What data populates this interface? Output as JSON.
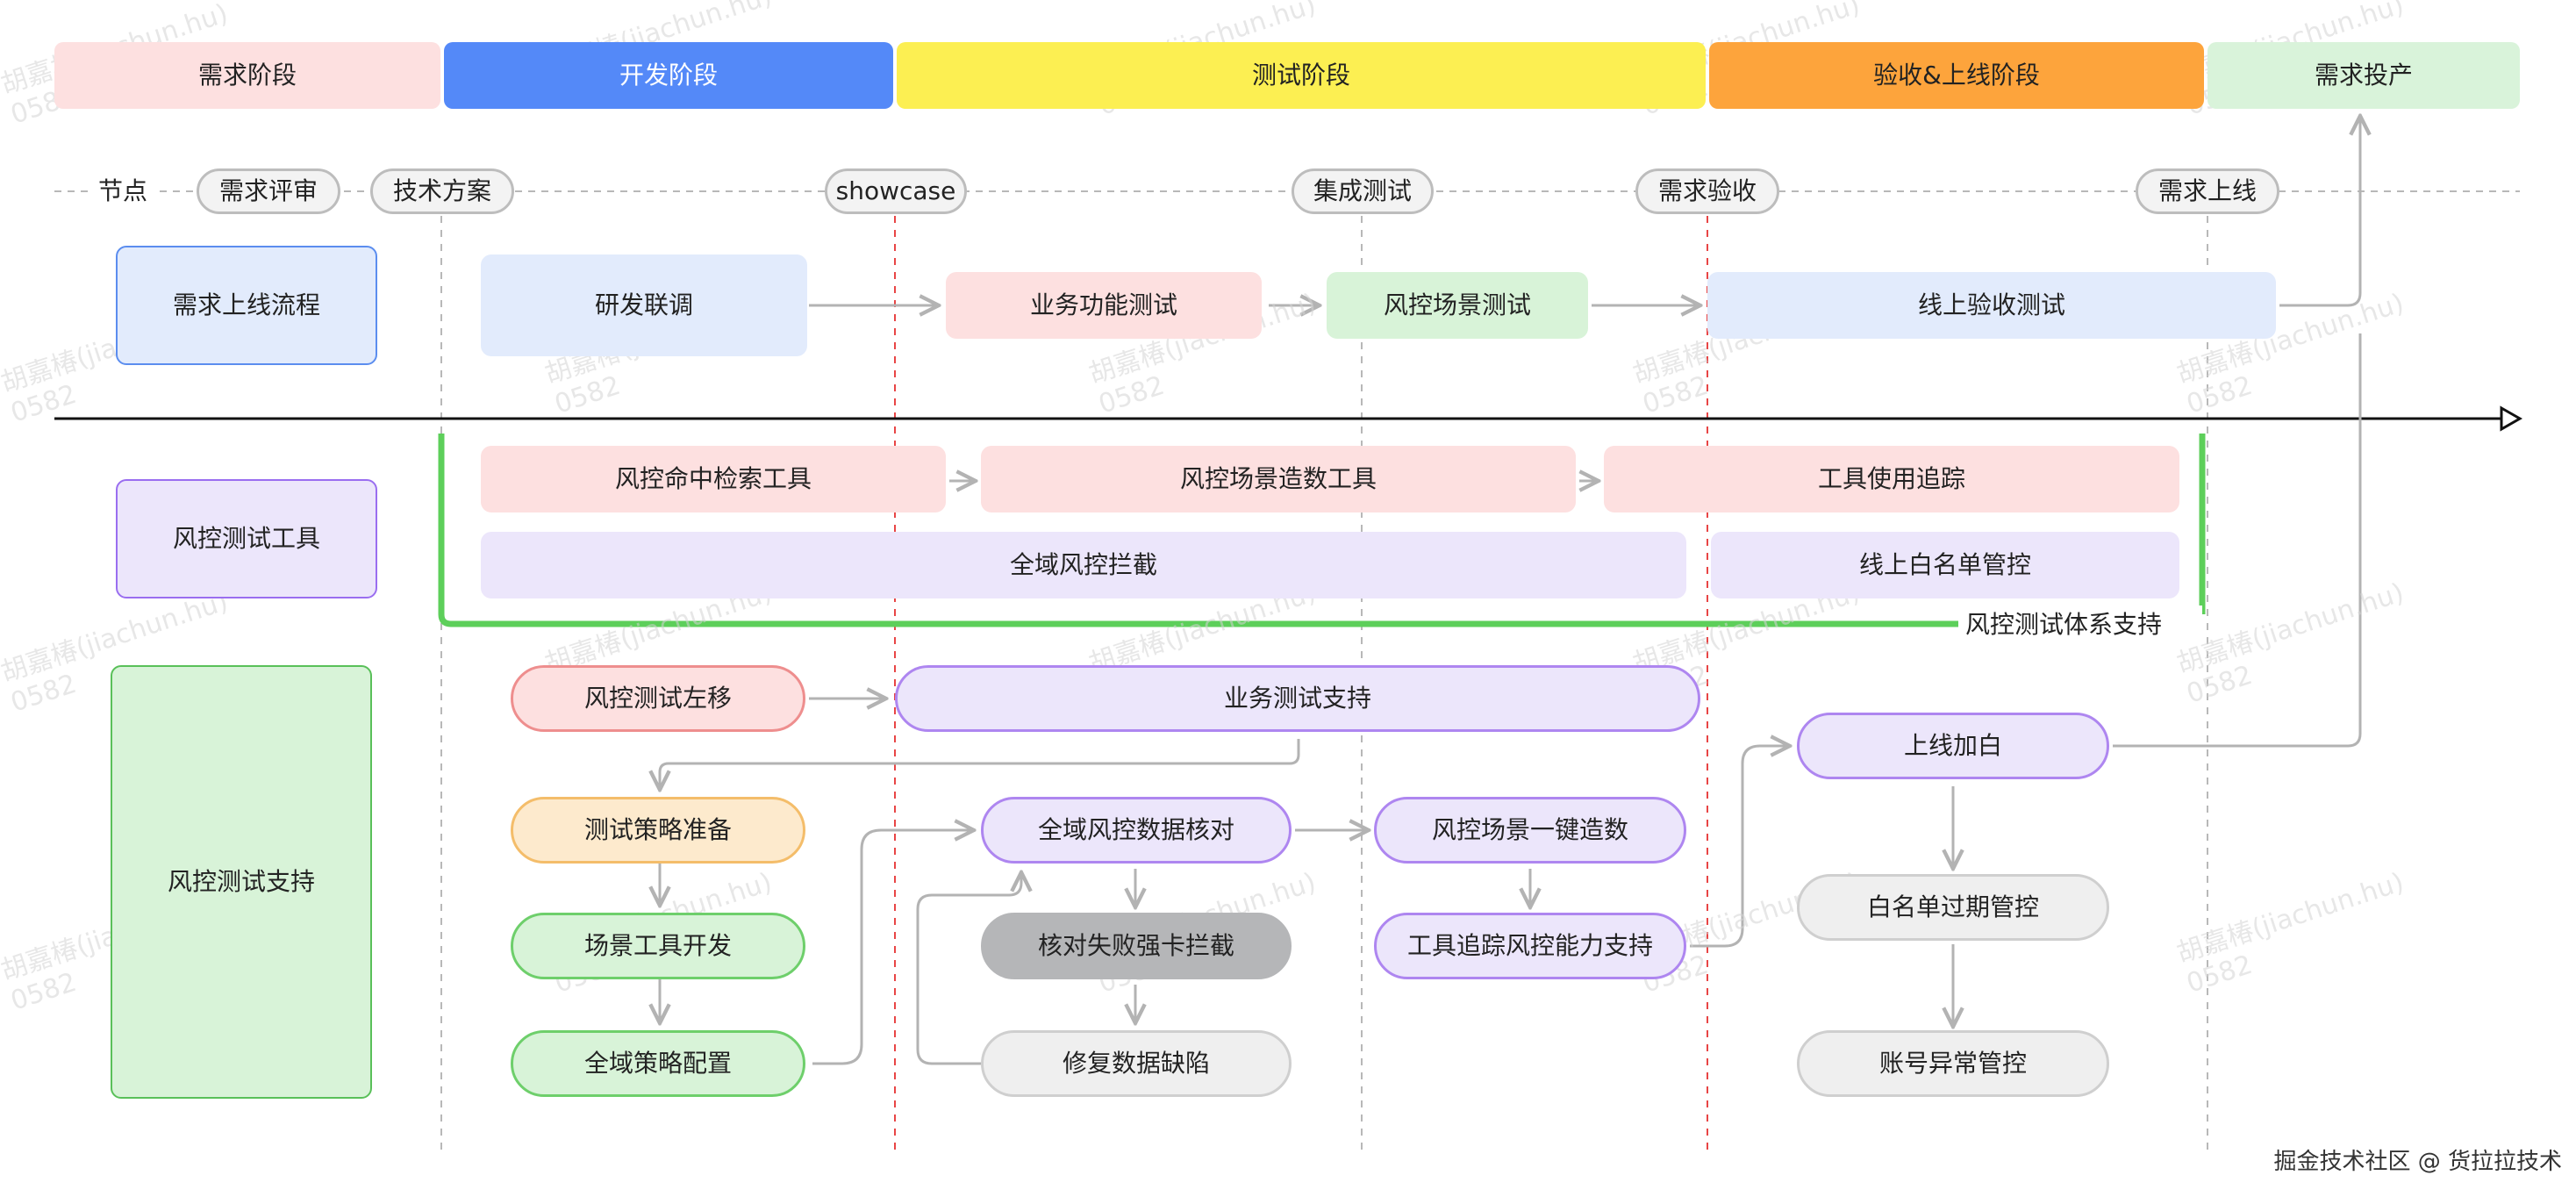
{
  "colors": {
    "phase_req": "#fde0e0",
    "phase_dev": "#5489f8",
    "phase_test": "#fcef52",
    "phase_accept": "#fda43c",
    "phase_prod": "#d9f3da",
    "pink": "#fde0e0",
    "blue": "#e2ebfc",
    "green": "#d8f3d8",
    "purple": "#ece6fb",
    "gray": "#efefef",
    "dark_gray": "#b5b6b8",
    "red_dash": "#e84545",
    "gray_dash": "#b8b8b8",
    "support_bracket": "#5dcf5a"
  },
  "phases": [
    {
      "key": "req",
      "label": "需求阶段"
    },
    {
      "key": "dev",
      "label": "开发阶段"
    },
    {
      "key": "test",
      "label": "测试阶段"
    },
    {
      "key": "accept",
      "label": "验收&上线阶段"
    },
    {
      "key": "prod",
      "label": "需求投产"
    }
  ],
  "milestones": {
    "node_label": "节点",
    "items": [
      "需求评审",
      "技术方案",
      "showcase",
      "集成测试",
      "需求验收",
      "需求上线"
    ]
  },
  "lanes": {
    "flow": "需求上线流程",
    "tools": "风控测试工具",
    "support": "风控测试支持"
  },
  "flow_steps": [
    "研发联调",
    "业务功能测试",
    "风控场景测试",
    "线上验收测试"
  ],
  "tools": {
    "row1": [
      "风控命中检索工具",
      "风控场景造数工具",
      "工具使用追踪"
    ],
    "row2": [
      "全域风控拦截",
      "线上白名单管控"
    ],
    "system_label": "风控测试体系支持"
  },
  "support": {
    "shift_left": "风控测试左移",
    "biz_support": "业务测试支持",
    "strategy_prep": "测试策略准备",
    "scene_tool_dev": "场景工具开发",
    "global_config": "全域策略配置",
    "data_check": "全域风控数据核对",
    "check_fail_block": "核对失败强卡拦截",
    "fix_data": "修复数据缺陷",
    "one_click_data": "风控场景一键造数",
    "tool_tracking": "工具追踪风控能力支持",
    "whitelist_add": "上线加白",
    "whitelist_expire": "白名单过期管控",
    "account_anomaly": "账号异常管控"
  },
  "watermark": {
    "name": "胡嘉椿(jiachun.hu)",
    "id": "0582"
  },
  "footer": "掘金技术社区 @ 货拉拉技术"
}
